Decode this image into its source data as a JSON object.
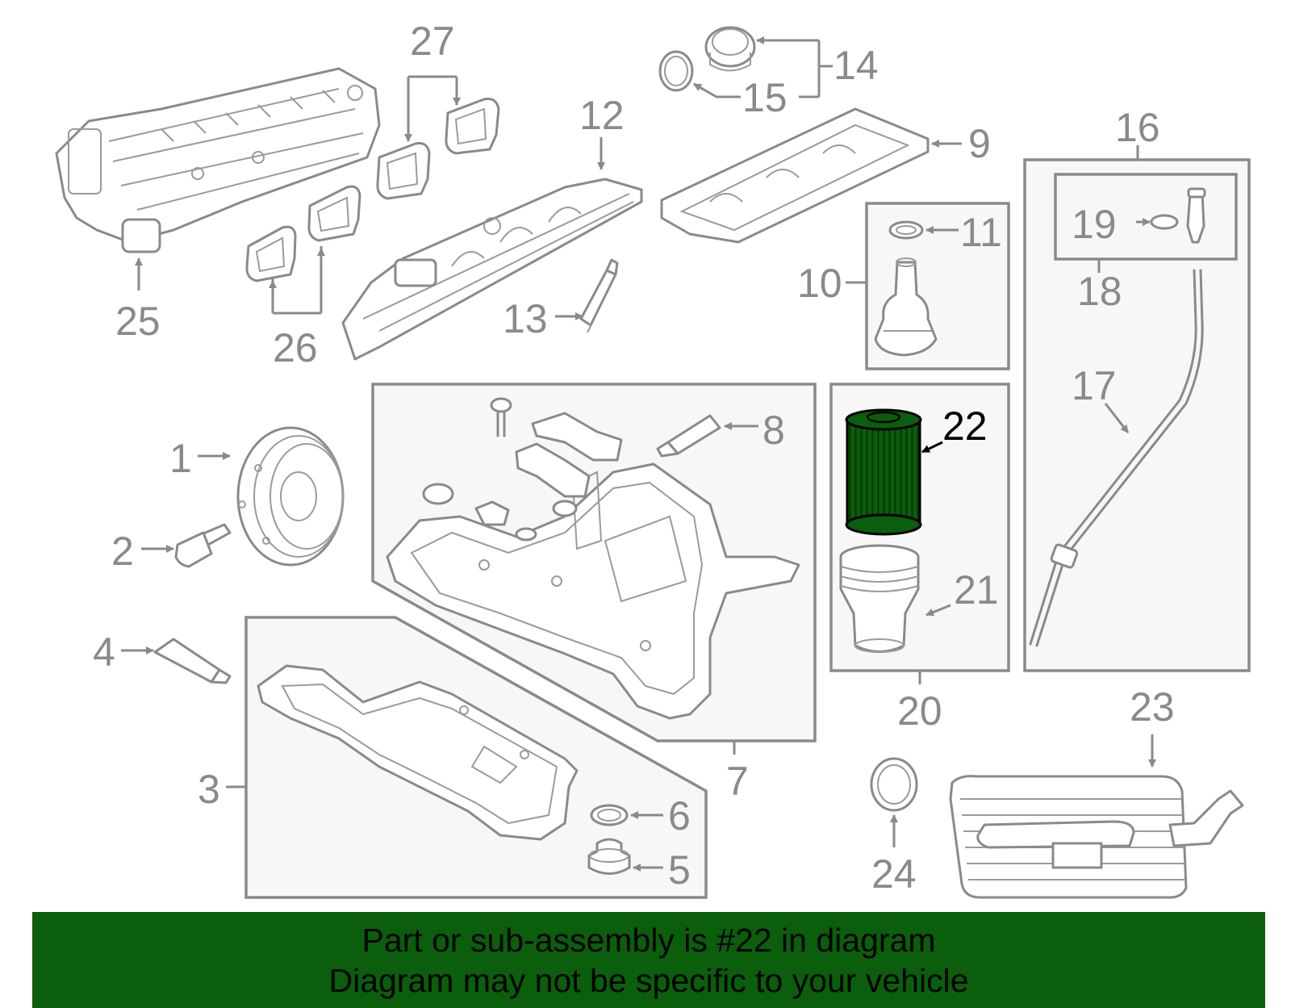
{
  "callouts": {
    "c1": "1",
    "c2": "2",
    "c3": "3",
    "c4": "4",
    "c5": "5",
    "c6": "6",
    "c7": "7",
    "c8": "8",
    "c9": "9",
    "c10": "10",
    "c11": "11",
    "c12": "12",
    "c13": "13",
    "c14": "14",
    "c15": "15",
    "c16": "16",
    "c17": "17",
    "c18": "18",
    "c19": "19",
    "c20": "20",
    "c21": "21",
    "c22": "22",
    "c23": "23",
    "c24": "24",
    "c25": "25",
    "c26": "26",
    "c27": "27"
  },
  "highlight": {
    "part": "22",
    "color": "#0b5e0b"
  },
  "banner": {
    "line1": "Part or sub-assembly is #22 in diagram",
    "line2": "Diagram may not be specific to your vehicle",
    "color": "#0b5e0b"
  },
  "colors": {
    "line_art": "#8a8a8a",
    "box_fill": "#f7f7f7"
  }
}
